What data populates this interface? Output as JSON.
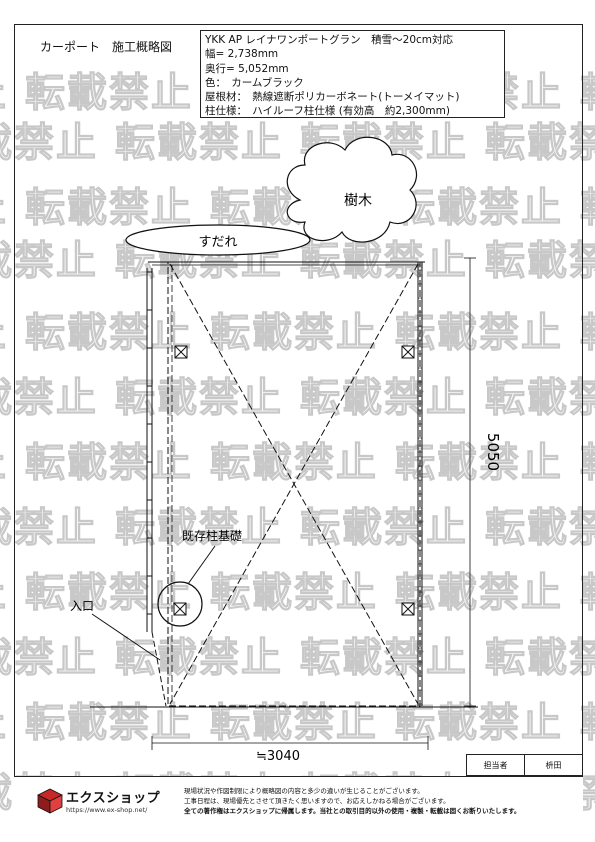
{
  "title": "カーポート　施工概略図",
  "spec": {
    "line1": "YKK AP レイナワンポートグラン　積雪～20cm対応",
    "line2": "幅= 2,738mm",
    "line3": "奥行= 5,052mm",
    "line4": "色：　カームブラック",
    "line5": "屋根材：　熱線遮断ポリカーボネート(トーメイマット)",
    "line6": "柱仕様：　ハイルーフ柱仕様 (有効高　約2,300mm)"
  },
  "labels": {
    "tree": "樹木",
    "gutter": "すだれ",
    "existing_foundation": "既存柱基礎",
    "entrance": "入口",
    "depth_dim": "5050",
    "width_dim": "≒3040"
  },
  "watermark": {
    "text": "転載禁止"
  },
  "stamp": {
    "label": "担当者",
    "name": "枡田"
  },
  "footer": {
    "logo_text": "エクスショップ",
    "logo_url": "https://www.ex-shop.net/",
    "notice1": "現場状況や作図制限により概略図の内容と多少の違いが生じることがございます。",
    "notice2": "工事日程は、現場優先とさせて頂きたく思いますので、お応えしかねる場合がございます。",
    "notice3": "全ての著作権はエクスショップに帰属します。当社との取引目的以外の使用・複製・転載は固くお断りいたします。"
  },
  "colors": {
    "line": "#111111",
    "watermark": "#c8c8c8"
  }
}
